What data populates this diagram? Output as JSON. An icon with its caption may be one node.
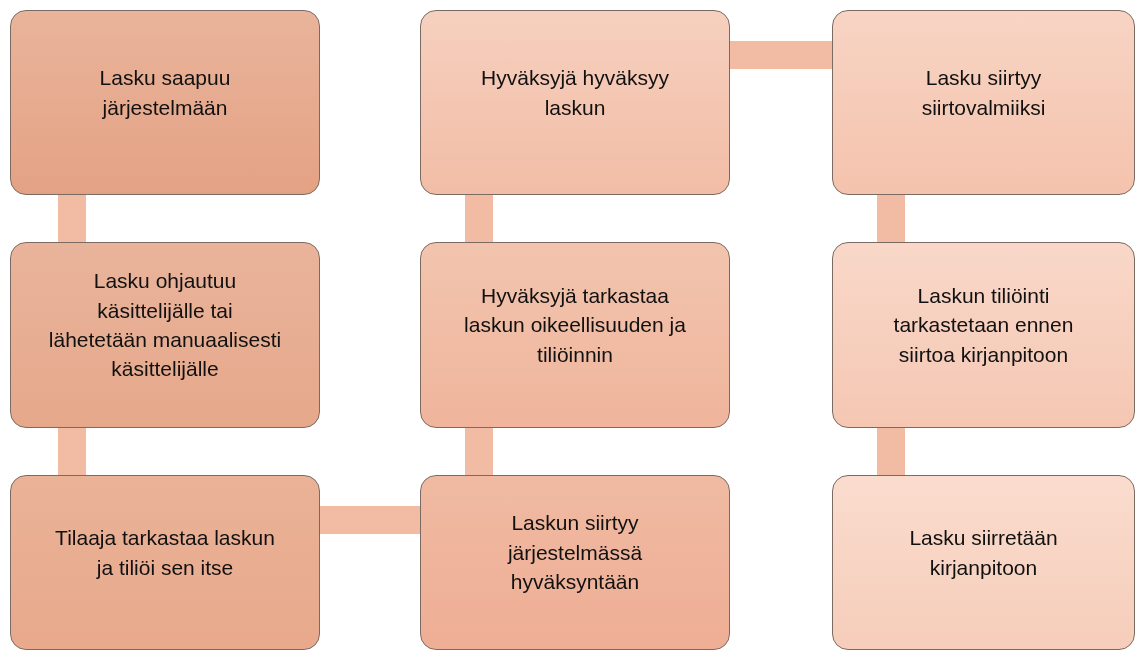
{
  "diagram": {
    "nodes": [
      {
        "text": [
          "Lasku saapuu järjestelmään"
        ]
      },
      {
        "text": [
          "Lasku ohjautuu käsittelijälle tai lähetetään manuaalisesti käsittelijälle"
        ]
      },
      {
        "text": [
          "Tilaaja tarkastaa laskun ja tiliöi sen itse"
        ]
      },
      {
        "text": [
          "Laskun siirtyy järjestelmässä hyväksyntään"
        ]
      },
      {
        "text": [
          "Hyväksyjä tarkastaa laskun oikeellisuuden ja tiliöinnin"
        ]
      },
      {
        "text": [
          "Hyväksyjä hyväksyy laskun"
        ]
      },
      {
        "text": [
          "Lasku siirtyy siirtovalmiiksi"
        ]
      },
      {
        "text": [
          "Laskun tiliöinti tarkastetaan ennen siirtoa kirjanpitoon"
        ]
      },
      {
        "text": [
          "Lasku siirretään kirjanpitoon"
        ]
      }
    ],
    "edges": [
      {
        "from": 0,
        "to": 1,
        "arrow": "none"
      },
      {
        "from": 1,
        "to": 2,
        "arrow": "none"
      },
      {
        "from": 2,
        "to": 3,
        "arrow": "none"
      },
      {
        "from": 3,
        "to": 4,
        "arrow": "none"
      },
      {
        "from": 4,
        "to": 5,
        "arrow": "none"
      },
      {
        "from": 5,
        "to": 6,
        "arrow": "none"
      },
      {
        "from": 6,
        "to": 7,
        "arrow": "none"
      },
      {
        "from": 7,
        "to": 8,
        "arrow": "none"
      }
    ]
  }
}
